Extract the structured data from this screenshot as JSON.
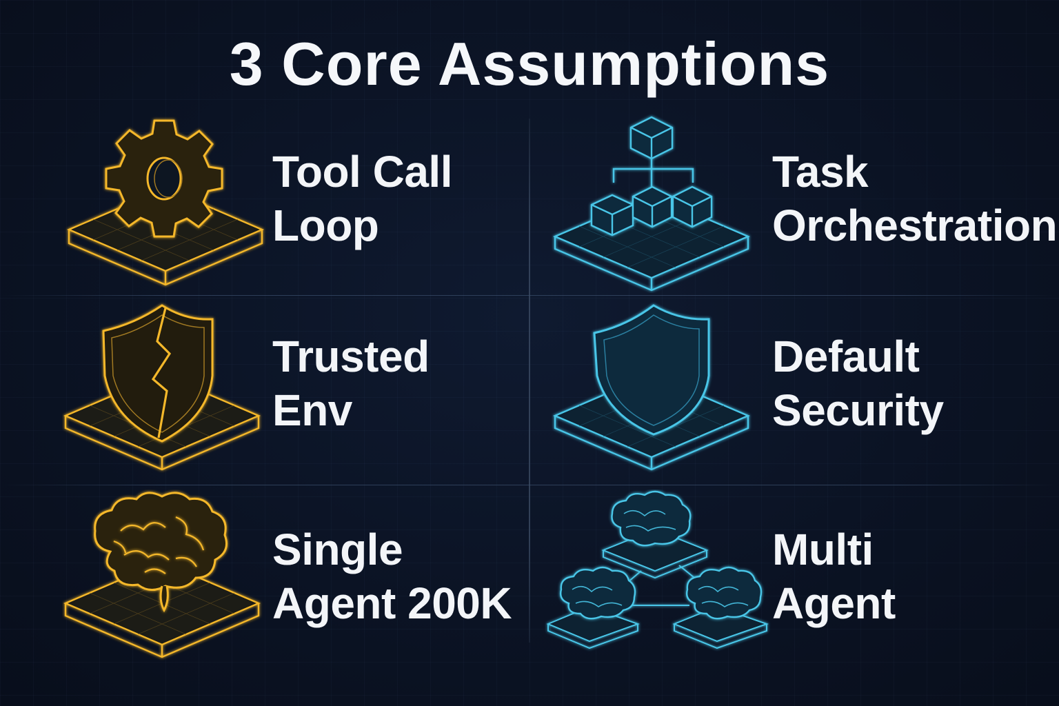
{
  "title": "3 Core Assumptions",
  "colors": {
    "background": "#0b1222",
    "gold": "#f5b82a",
    "cyan": "#49c6e8",
    "text": "#f3f5f8"
  },
  "rows": [
    {
      "left": {
        "icon": "gear-icon",
        "line1": "Tool Call",
        "line2": "Loop"
      },
      "right": {
        "icon": "hierarchy-cubes-icon",
        "line1": "Task",
        "line2": "Orchestration"
      }
    },
    {
      "left": {
        "icon": "cracked-shield-icon",
        "line1": "Trusted",
        "line2": "Env"
      },
      "right": {
        "icon": "shield-icon",
        "line1": "Default",
        "line2": "Security"
      }
    },
    {
      "left": {
        "icon": "brain-icon",
        "line1": "Single",
        "line2": "Agent 200K"
      },
      "right": {
        "icon": "multi-brain-network-icon",
        "line1": "Multi",
        "line2": "Agent"
      }
    }
  ]
}
